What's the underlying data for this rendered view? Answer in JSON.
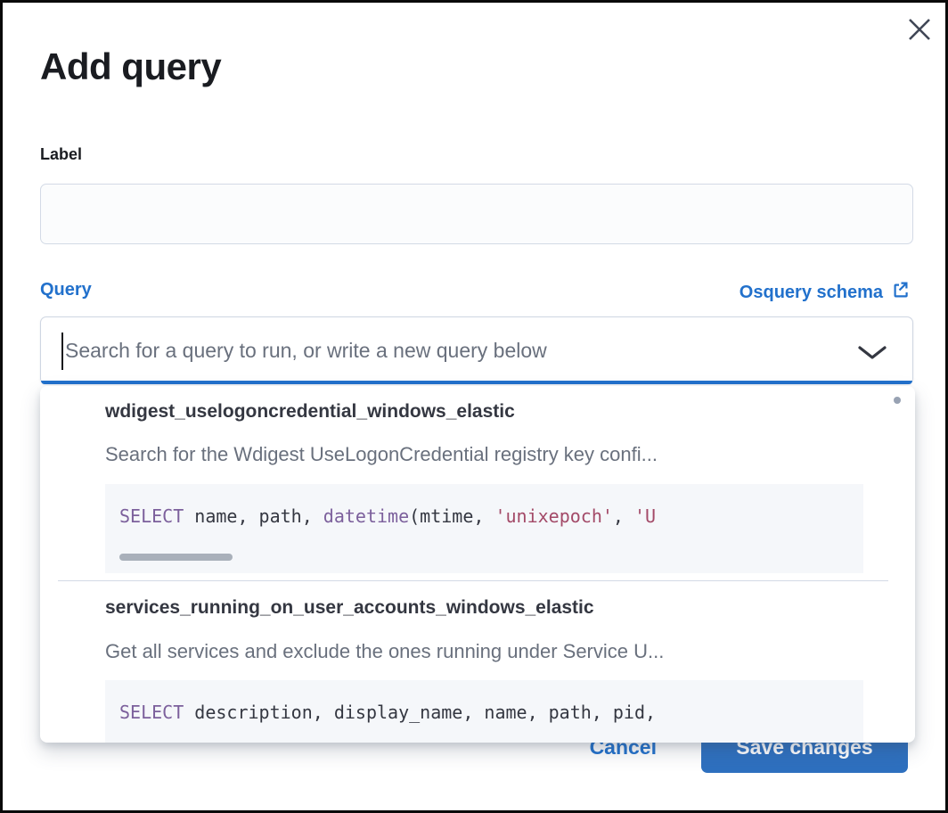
{
  "modal": {
    "title": "Add query"
  },
  "label_field": {
    "label": "Label",
    "value": "",
    "placeholder": ""
  },
  "query_field": {
    "label": "Query",
    "schema_link_label": "Osquery schema",
    "placeholder": "Search for a query to run, or write a new query below"
  },
  "dropdown": {
    "options": [
      {
        "title": "wdigest_uselogoncredential_windows_elastic",
        "description": "Search for the Wdigest UseLogonCredential registry key confi...",
        "code": [
          {
            "type": "keyword",
            "text": "SELECT"
          },
          {
            "type": "plain",
            "text": " name, path, "
          },
          {
            "type": "keyword",
            "text": "datetime"
          },
          {
            "type": "plain",
            "text": "(mtime, "
          },
          {
            "type": "string",
            "text": "'unixepoch'"
          },
          {
            "type": "plain",
            "text": ", "
          },
          {
            "type": "string",
            "text": "'U"
          }
        ],
        "has_horizontal_scrollbar": true
      },
      {
        "title": "services_running_on_user_accounts_windows_elastic",
        "description": "Get all services and exclude the ones running under Service U...",
        "code": [
          {
            "type": "keyword",
            "text": "SELECT"
          },
          {
            "type": "plain",
            "text": " description, display_name, name, path, pid,"
          }
        ],
        "has_horizontal_scrollbar": false
      }
    ]
  },
  "footer": {
    "cancel_label": "Cancel",
    "save_label": "Save changes"
  },
  "icons": {
    "close": "close-icon",
    "external_link": "external-link-icon",
    "chevron_down": "chevron-down-icon"
  },
  "colors": {
    "link_blue": "#2271cc",
    "save_button_blue": "#2e70bf",
    "code_keyword": "#7c609c",
    "code_string": "#a34a68",
    "code_background": "#f5f7fa",
    "text_dark": "#343741",
    "text_muted": "#69707d",
    "border": "#d3dae6"
  }
}
